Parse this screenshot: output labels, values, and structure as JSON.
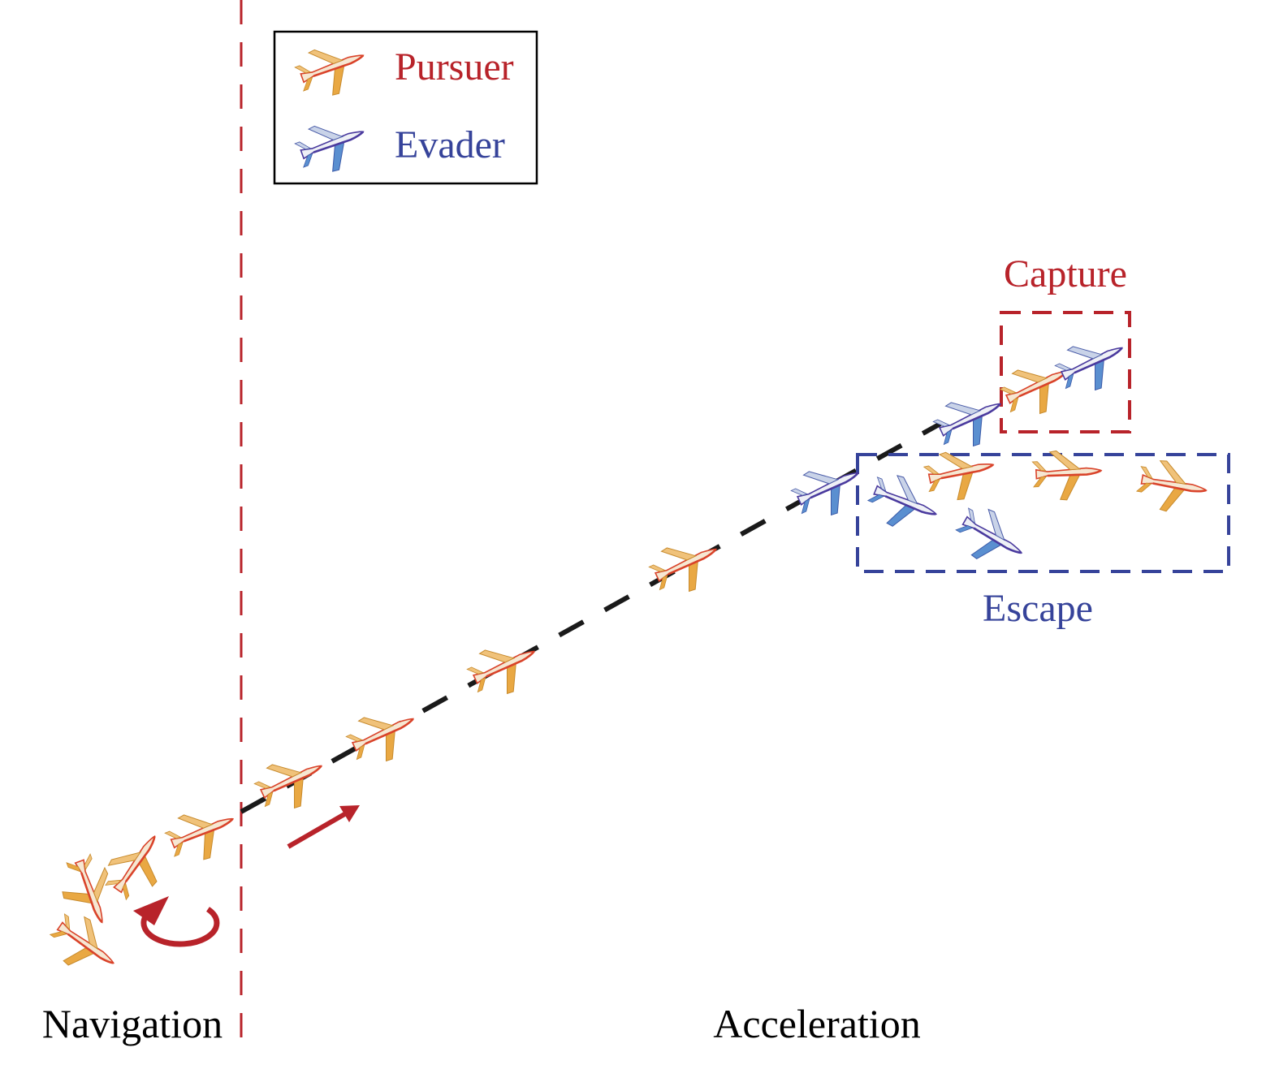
{
  "legend": {
    "pursuer_label": "Pursuer",
    "evader_label": "Evader"
  },
  "labels": {
    "capture": "Capture",
    "escape": "Escape",
    "navigation": "Navigation",
    "acceleration": "Acceleration"
  },
  "colors": {
    "pursuer": "#b8232a",
    "evader": "#36439a",
    "trajectory": "#1a1a1a",
    "plane_body": "#f6e7d2",
    "pursuer_wing": "#e9a843",
    "pursuer_edge": "#d9432a",
    "evader_wing": "#5a8fd0",
    "evader_edge": "#4a3a9e"
  },
  "icons": {
    "pursuer": "plane-icon",
    "evader": "plane-icon",
    "rotate": "rotate-arrow-icon",
    "forward": "arrow-icon"
  }
}
